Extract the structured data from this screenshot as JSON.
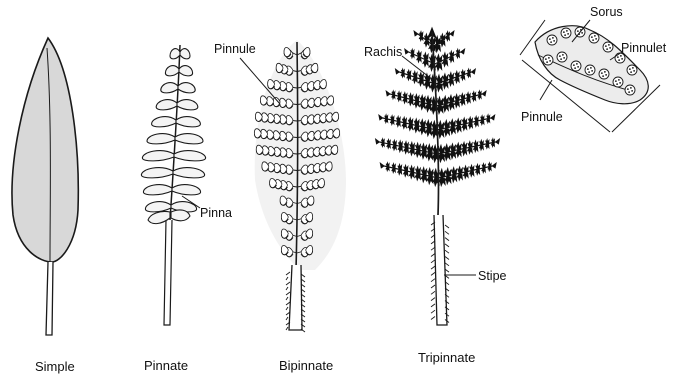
{
  "captions": {
    "simple": "Simple",
    "pinnate": "Pinnate",
    "bipinnate": "Bipinnate",
    "tripinnate": "Tripinnate"
  },
  "labels": {
    "pinna": "Pinna",
    "pinnule_bipinnate": "Pinnule",
    "rachis": "Rachis",
    "stipe": "Stipe",
    "sorus": "Sorus",
    "pinnulet": "Pinnulet",
    "pinnule_detail": "Pinnule"
  },
  "colors": {
    "ink": "#1a1a1a",
    "leaf_fill": "#d8d8d8",
    "dark_leaf": "#111111"
  }
}
